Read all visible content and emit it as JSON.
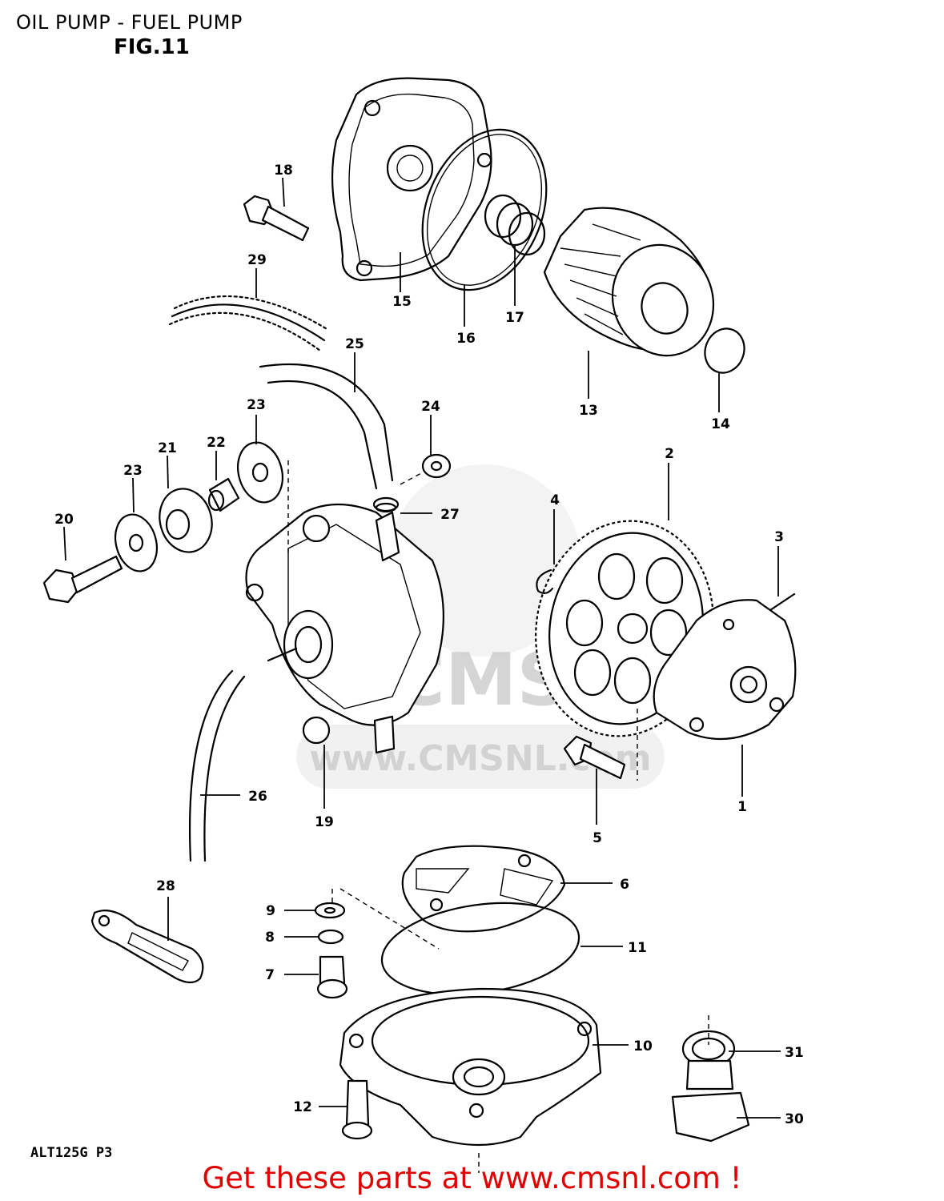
{
  "header": {
    "title": "OIL PUMP - FUEL PUMP",
    "figure": "FIG.11"
  },
  "diagram_code": "ALT125G P3",
  "promo_text": "Get these parts at www.cmsnl.com !",
  "watermark": {
    "text": "www.CMSNL.com",
    "logo_text": "CMS"
  },
  "callouts": [
    "1",
    "2",
    "3",
    "4",
    "5",
    "6",
    "7",
    "8",
    "9",
    "10",
    "11",
    "12",
    "13",
    "14",
    "15",
    "16",
    "17",
    "18",
    "19",
    "20",
    "21",
    "22",
    "23",
    "23",
    "24",
    "25",
    "26",
    "27",
    "28",
    "29",
    "30",
    "31"
  ],
  "colors": {
    "promo": "#e00000",
    "ink": "#000000",
    "watermark": "#c8c8c8"
  }
}
